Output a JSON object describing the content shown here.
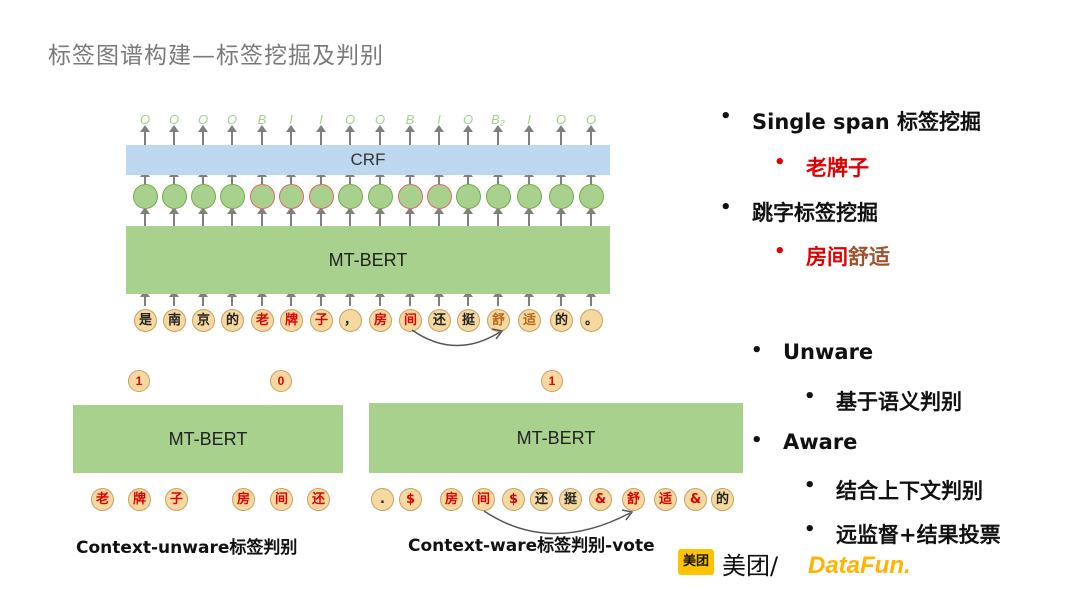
{
  "title": "标签图谱构建—标签挖掘及判别",
  "top_diagram": {
    "tags": [
      "O",
      "O",
      "O",
      "O",
      "B",
      "I",
      "I",
      "O",
      "O",
      "B",
      "I",
      "O",
      "B₂",
      "I",
      "O",
      "O"
    ],
    "crf_label": "CRF",
    "bert_label": "MT-BERT",
    "tokens": [
      {
        "t": "是",
        "c": "black"
      },
      {
        "t": "南",
        "c": "black"
      },
      {
        "t": "京",
        "c": "black"
      },
      {
        "t": "的",
        "c": "black"
      },
      {
        "t": "老",
        "c": "red"
      },
      {
        "t": "牌",
        "c": "red"
      },
      {
        "t": "子",
        "c": "red"
      },
      {
        "t": "，",
        "c": "black"
      },
      {
        "t": "房",
        "c": "red"
      },
      {
        "t": "间",
        "c": "red"
      },
      {
        "t": "还",
        "c": "black"
      },
      {
        "t": "挺",
        "c": "black"
      },
      {
        "t": "舒",
        "c": "brown"
      },
      {
        "t": "适",
        "c": "brown"
      },
      {
        "t": "的",
        "c": "black"
      },
      {
        "t": "。",
        "c": "black"
      }
    ]
  },
  "left_model": {
    "labels": [
      "1",
      "0"
    ],
    "bert_label": "MT-BERT",
    "tokens": [
      "老",
      "牌",
      "子",
      "房",
      "间",
      "还"
    ],
    "caption": "Context-unware标签判别"
  },
  "right_model": {
    "labels": [
      "1"
    ],
    "bert_label": "MT-BERT",
    "tokens": [
      ".",
      "$",
      "房",
      "间",
      "$",
      "还",
      "挺",
      "&",
      "舒",
      "适",
      "&",
      "的"
    ],
    "caption": "Context-ware标签判别-vote"
  },
  "bullets": {
    "b1": "Single span 标签挖掘",
    "b1_sub": "老牌子",
    "b2": "跳字标签挖掘",
    "b2_sub_red": "房间",
    "b2_sub_brown": "舒适",
    "b3": "Unware",
    "b3_sub": "基于语义判别",
    "b4": "Aware",
    "b4_sub1": "结合上下文判别",
    "b4_sub2": "远监督+结果投票"
  },
  "logos": {
    "meituan_badge": "美团",
    "meituan_text": "美团/",
    "datafun": "DataFun."
  }
}
